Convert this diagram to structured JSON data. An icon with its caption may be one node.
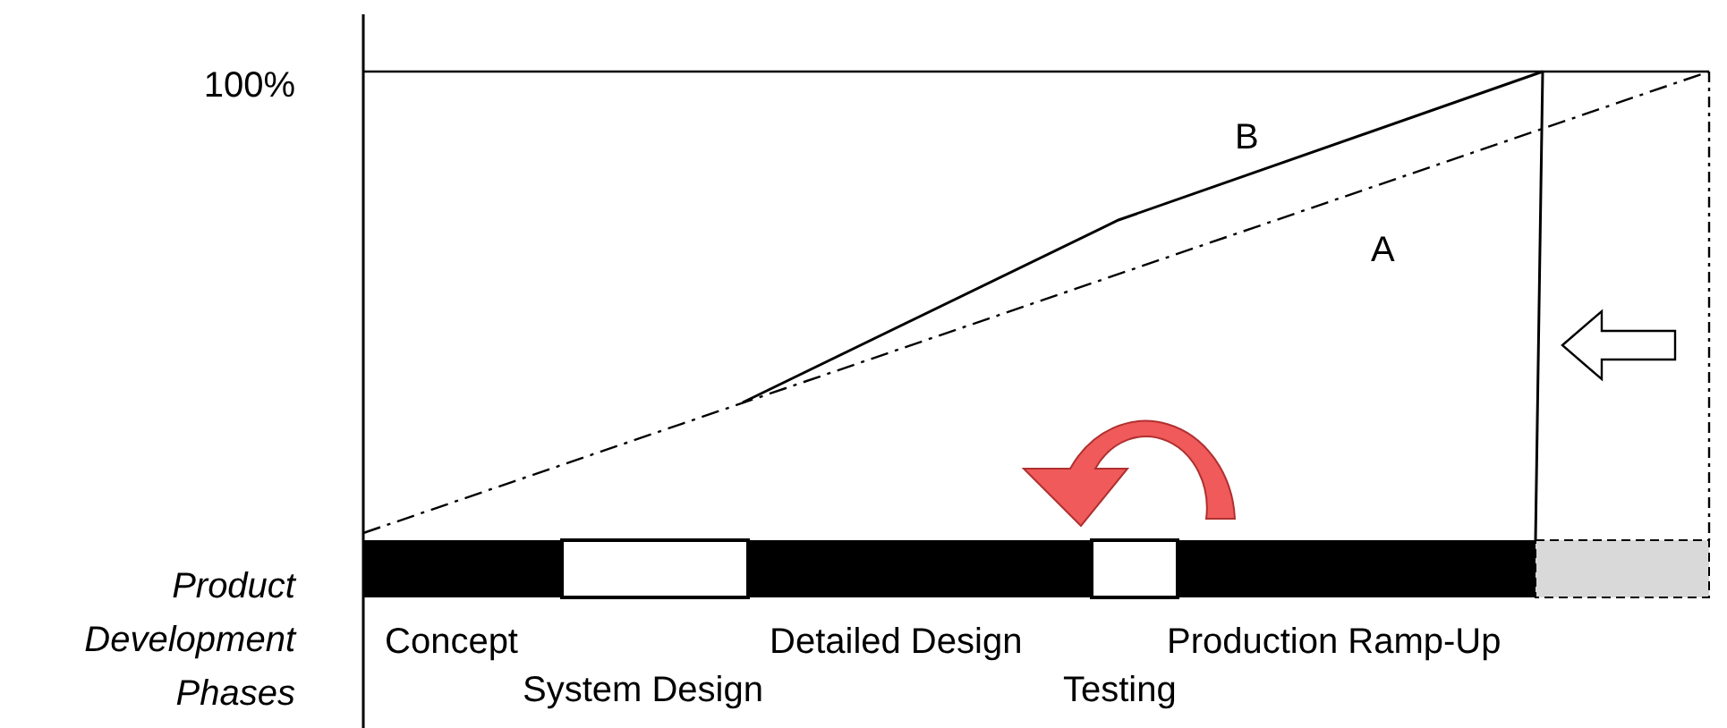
{
  "diagram": {
    "labels": [
      "100%",
      "B",
      "A",
      "Product Development Phases",
      "Concept",
      "Detailed Design",
      "Production Ramp-Up",
      "System Design",
      "Testing"
    ]
  }
}
